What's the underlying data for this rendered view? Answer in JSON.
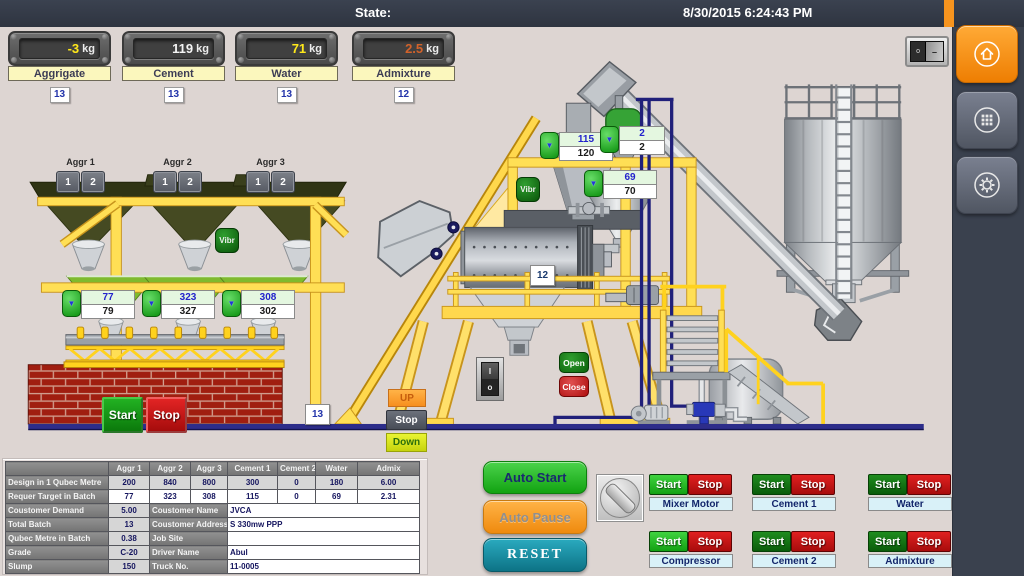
{
  "header": {
    "state_label": "State:",
    "datetime": "8/30/2015 6:24:43 PM"
  },
  "icons": {
    "down_arrow": "▼",
    "rocker_on": "I",
    "rocker_off": "o",
    "toggle_on": "–",
    "toggle_off": "o",
    "nav": [
      "home-icon",
      "grid-icon",
      "gear-icon"
    ]
  },
  "colors": {
    "accent_orange": "#f7941e",
    "running_green": "#2fc42f",
    "idle_green": "#0d720d",
    "stop_red": "#cf1212",
    "floor_blue": "#2d2d8a"
  },
  "meters": [
    {
      "value": "-3",
      "unit": "kg",
      "label": "Aggrigate",
      "count": "13",
      "value_color": "yellow"
    },
    {
      "value": "119",
      "unit": "kg",
      "label": "Cement",
      "count": "13",
      "value_color": "white"
    },
    {
      "value": "71",
      "unit": "kg",
      "label": "Water",
      "count": "13",
      "value_color": "yellow"
    },
    {
      "value": "2.5",
      "unit": "kg",
      "label": "Admixture",
      "count": "12",
      "value_color": "orange"
    }
  ],
  "aggregates": {
    "section_buttons": [
      {
        "label": "Aggr 1",
        "btn1": "1",
        "btn2": "2"
      },
      {
        "label": "Aggr 2",
        "btn1": "1",
        "btn2": "2"
      },
      {
        "label": "Aggr 3",
        "btn1": "1",
        "btn2": "2"
      }
    ],
    "vibr_label": "Vibr",
    "weighers": [
      {
        "target": "77",
        "actual": "79"
      },
      {
        "target": "323",
        "actual": "327"
      },
      {
        "target": "308",
        "actual": "302"
      }
    ],
    "belt_counter": "13",
    "belt_start_label": "Start",
    "belt_stop_label": "Stop"
  },
  "mixer_area": {
    "cement_weigher": {
      "target": "115",
      "actual": "120"
    },
    "admixture_weigher": {
      "target": "2",
      "actual": "2"
    },
    "water_weigher": {
      "target": "69",
      "actual": "70"
    },
    "mixer_counter": "12",
    "vibr_label": "Vibr",
    "skip_up_label": "UP",
    "skip_stop_label": "Stop",
    "skip_down_label": "Down",
    "gate_open_label": "Open",
    "gate_close_label": "Close"
  },
  "batch_table": {
    "col_headers": [
      "Aggr 1",
      "Aggr 2",
      "Aggr 3",
      "Cement 1",
      "Cement 2",
      "Water",
      "Admix"
    ],
    "design_row": {
      "label": "Design in 1 Qubec Metre",
      "values": [
        "200",
        "840",
        "800",
        "300",
        "0",
        "180",
        "6.00"
      ]
    },
    "target_row": {
      "label": "Requer Target in Batch",
      "values": [
        "77",
        "323",
        "308",
        "115",
        "0",
        "69",
        "2.31"
      ]
    },
    "info_rows": [
      {
        "label": "Coustomer Demand",
        "value": "5.00",
        "label2": "Coustomer Name",
        "value2": "JVCA"
      },
      {
        "label": "Total Batch",
        "value": "13",
        "label2": "Coustomer Address",
        "value2": "S 330mw PPP"
      },
      {
        "label": "Qubec Metre in Batch",
        "value": "0.38",
        "label2": "Job Site",
        "value2": ""
      },
      {
        "label": "Grade",
        "value": "C-20",
        "label2": "Driver Name",
        "value2": "Abul"
      },
      {
        "label": "Slump",
        "value": "150",
        "label2": "Truck No.",
        "value2": "11-0005"
      }
    ]
  },
  "controls": {
    "auto_start_label": "Auto Start",
    "auto_pause_label": "Auto Pause",
    "reset_label": "RESET",
    "groups": [
      {
        "name": "Mixer Motor",
        "start_label": "Start",
        "stop_label": "Stop",
        "state": "on"
      },
      {
        "name": "Compressor",
        "start_label": "Start",
        "stop_label": "Stop",
        "state": "on"
      },
      {
        "name": "Cement 1",
        "start_label": "Start",
        "stop_label": "Stop",
        "state": "off"
      },
      {
        "name": "Cement 2",
        "start_label": "Start",
        "stop_label": "Stop",
        "state": "off"
      },
      {
        "name": "Water",
        "start_label": "Start",
        "stop_label": "Stop",
        "state": "off"
      },
      {
        "name": "Admixture",
        "start_label": "Start",
        "stop_label": "Stop",
        "state": "off"
      }
    ]
  }
}
